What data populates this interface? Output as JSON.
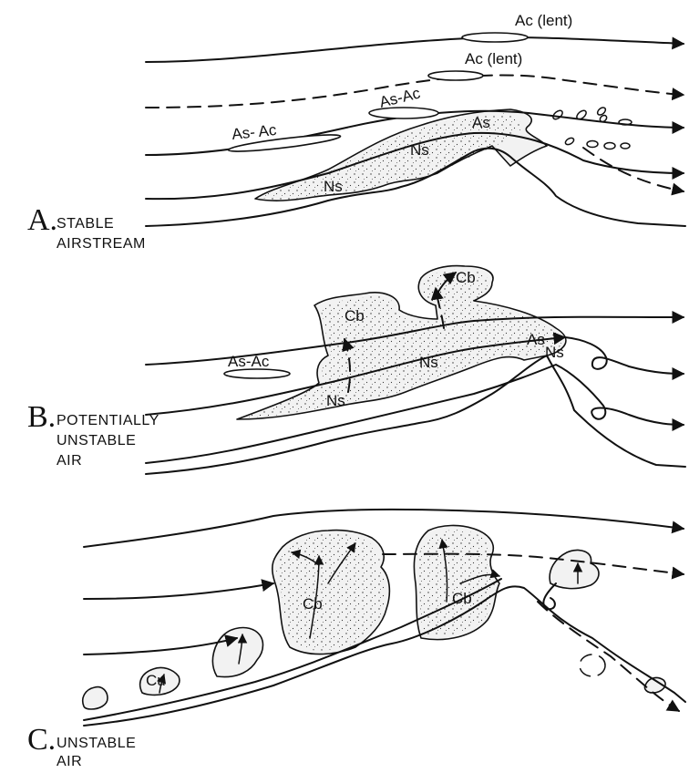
{
  "panels": {
    "a": {
      "letter": "A.",
      "caption_line1": "STABLE",
      "caption_line2": "AIRSTREAM",
      "labels": {
        "ac_lent_top": "Ac (lent)",
        "ac_lent_mid": "Ac (lent)",
        "as_ac_upper": "As-Ac",
        "as_ac_left": "As- Ac",
        "as": "As",
        "ns_center": "Ns",
        "ns_left": "Ns"
      }
    },
    "b": {
      "letter": "B.",
      "caption_line1": "POTENTIALLY",
      "caption_line2": "UNSTABLE",
      "caption_line3": "AIR",
      "labels": {
        "cb_left": "Cb",
        "cb_right": "Cb",
        "as_ac": "As-Ac",
        "as": "As",
        "ns_right": "Ns",
        "ns_center": "Ns",
        "ns_low": "Ns"
      }
    },
    "c": {
      "letter": "C.",
      "caption_line1": "UNSTABLE",
      "caption_line2": "AIR",
      "labels": {
        "cb_left": "Cb",
        "cb_right": "Cb",
        "cu": "Cu"
      }
    }
  }
}
